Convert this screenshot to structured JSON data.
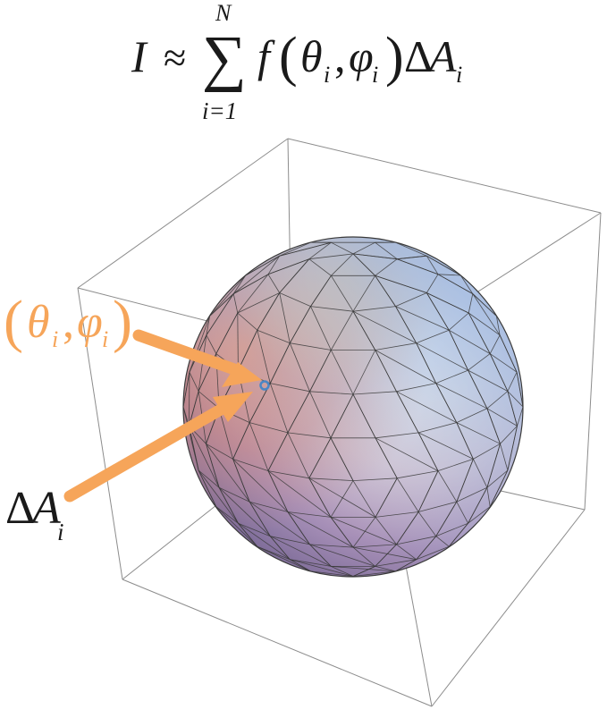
{
  "formula": {
    "lhs": "I",
    "approx": "≈",
    "sigma": "∑",
    "upper_limit": "N",
    "lower_limit": "i=1",
    "func": "f",
    "open_paren": "(",
    "theta": "θ",
    "sub_i": "i",
    "comma": ",",
    "phi": "φ",
    "close_paren": ")",
    "delta": "Δ",
    "area": "A"
  },
  "labels": {
    "point_open": "(",
    "point_theta": "θ",
    "point_sub": "i",
    "point_comma": ",",
    "point_phi": "φ",
    "point_close": ")",
    "delta": "Δ",
    "area": "A",
    "area_sub": "i"
  },
  "colors": {
    "accent_orange": "#F6A55A",
    "point_blue": "#4A86C5",
    "box_line": "#8c8c8c",
    "mesh_line": "#3a3a3a"
  }
}
